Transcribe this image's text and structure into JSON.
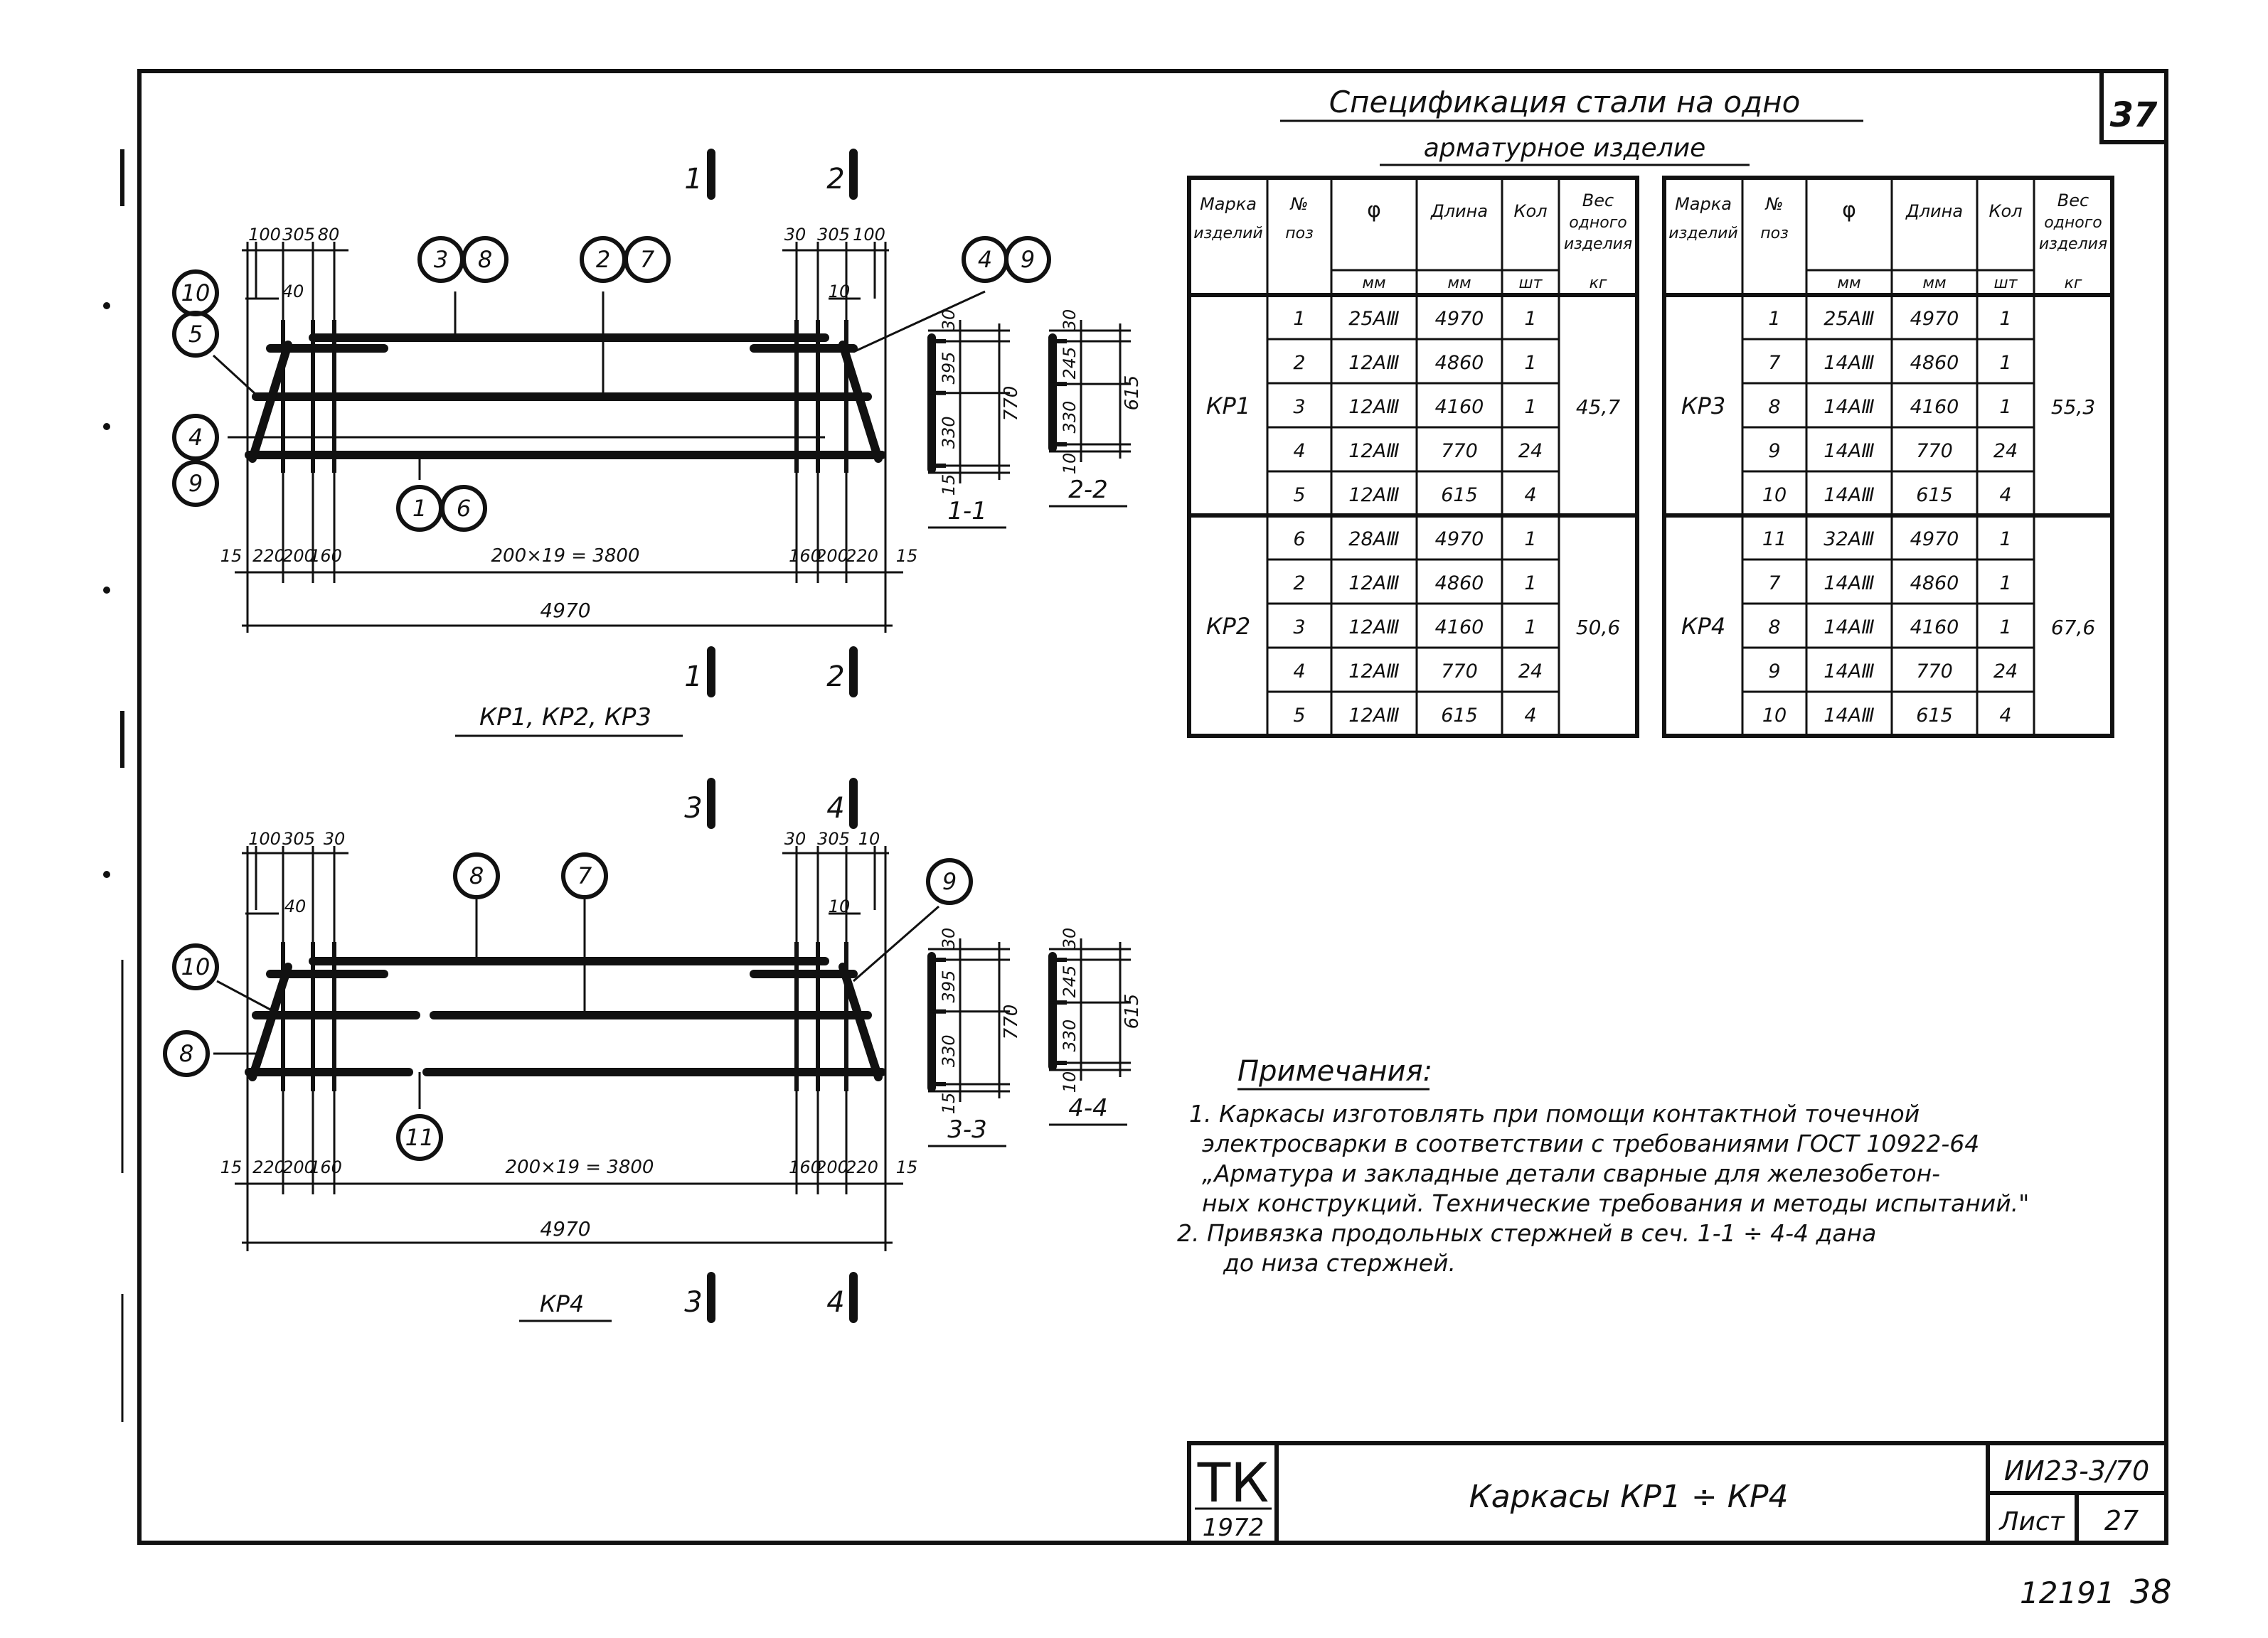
{
  "page_number": "37",
  "spec": {
    "title_line1": "Спецификация стали на одно",
    "title_line2": "арматурное изделие",
    "headers": [
      "Марка изделий",
      "№ поз",
      "φ",
      "Длина",
      "Кол",
      "Вес одного изделия"
    ],
    "units": [
      "",
      "",
      "мм",
      "мм",
      "шт",
      "кг"
    ],
    "left": [
      {
        "mark": "КР1",
        "weight": "45,7",
        "rows": [
          [
            "1",
            "25АⅢ",
            "4970",
            "1"
          ],
          [
            "2",
            "12АⅢ",
            "4860",
            "1"
          ],
          [
            "3",
            "12АⅢ",
            "4160",
            "1"
          ],
          [
            "4",
            "12АⅢ",
            "770",
            "24"
          ],
          [
            "5",
            "12АⅢ",
            "615",
            "4"
          ]
        ]
      },
      {
        "mark": "КР2",
        "weight": "50,6",
        "rows": [
          [
            "6",
            "28АⅢ",
            "4970",
            "1"
          ],
          [
            "2",
            "12АⅢ",
            "4860",
            "1"
          ],
          [
            "3",
            "12АⅢ",
            "4160",
            "1"
          ],
          [
            "4",
            "12АⅢ",
            "770",
            "24"
          ],
          [
            "5",
            "12АⅢ",
            "615",
            "4"
          ]
        ]
      }
    ],
    "right": [
      {
        "mark": "КР3",
        "weight": "55,3",
        "rows": [
          [
            "1",
            "25АⅢ",
            "4970",
            "1"
          ],
          [
            "7",
            "14АⅢ",
            "4860",
            "1"
          ],
          [
            "8",
            "14АⅢ",
            "4160",
            "1"
          ],
          [
            "9",
            "14АⅢ",
            "770",
            "24"
          ],
          [
            "10",
            "14АⅢ",
            "615",
            "4"
          ]
        ]
      },
      {
        "mark": "КР4",
        "weight": "67,6",
        "rows": [
          [
            "11",
            "32АⅢ",
            "4970",
            "1"
          ],
          [
            "7",
            "14АⅢ",
            "4860",
            "1"
          ],
          [
            "8",
            "14АⅢ",
            "4160",
            "1"
          ],
          [
            "9",
            "14АⅢ",
            "770",
            "24"
          ],
          [
            "10",
            "14АⅢ",
            "615",
            "4"
          ]
        ]
      }
    ]
  },
  "drawing_top": {
    "caption": "КР1, КР2, КР3",
    "callouts": [
      "10",
      "5",
      "4",
      "9",
      "3",
      "8",
      "2",
      "7",
      "4",
      "9",
      "1",
      "6"
    ],
    "dims_top_left": [
      "100",
      "305",
      "80"
    ],
    "dim_40": "40",
    "dims_top_right": [
      "30",
      "305",
      "100"
    ],
    "dim_10": "10",
    "dims_bottom": [
      "15",
      "220",
      "200",
      "160",
      "200×19 = 3800",
      "160",
      "200",
      "220",
      "15"
    ],
    "overall": "4970",
    "cut_marks": [
      "1",
      "2",
      "1",
      "2"
    ]
  },
  "drawing_bottom": {
    "caption": "КР4",
    "callouts": [
      "10",
      "8",
      "8",
      "7",
      "9",
      "11"
    ],
    "dims_top_left": [
      "100",
      "305",
      "30"
    ],
    "dim_40": "40",
    "dims_top_right": [
      "30",
      "305",
      "10"
    ],
    "dim_10": "10",
    "dims_bottom": [
      "15",
      "220",
      "200",
      "160",
      "200×19 = 3800",
      "160",
      "200",
      "220",
      "15"
    ],
    "overall": "4970",
    "cut_marks": [
      "3",
      "4",
      "3",
      "4"
    ]
  },
  "sections": [
    {
      "label": "1-1",
      "dims": [
        "30",
        "395",
        "330",
        "15"
      ],
      "total": "770"
    },
    {
      "label": "2-2",
      "dims": [
        "30",
        "245",
        "330",
        "10"
      ],
      "total": "615"
    },
    {
      "label": "3-3",
      "dims": [
        "30",
        "395",
        "330",
        "15"
      ],
      "total": "770"
    },
    {
      "label": "4-4",
      "dims": [
        "30",
        "245",
        "330",
        "10"
      ],
      "total": "615"
    }
  ],
  "notes": {
    "title": "Примечания:",
    "lines": [
      "1. Каркасы изготовлять при помощи контактной точечной",
      "электросварки в соответствии с требованиями ГОСТ 10922-64",
      "„Арматура и закладные детали сварные для железобетон-",
      "ных конструкций. Технические требования и методы испытаний.\"",
      "2. Привязка продольных стержней в сеч. 1-1 ÷ 4-4 дана",
      "до низа стержней."
    ]
  },
  "stamp": {
    "logo": "ТК",
    "year": "1972",
    "title": "Каркасы КР1 ÷ КР4",
    "code": "ИИ23-3/70",
    "sheet_label": "Лист",
    "sheet_no": "27"
  },
  "footer": {
    "inv": "12191",
    "page": "38"
  }
}
